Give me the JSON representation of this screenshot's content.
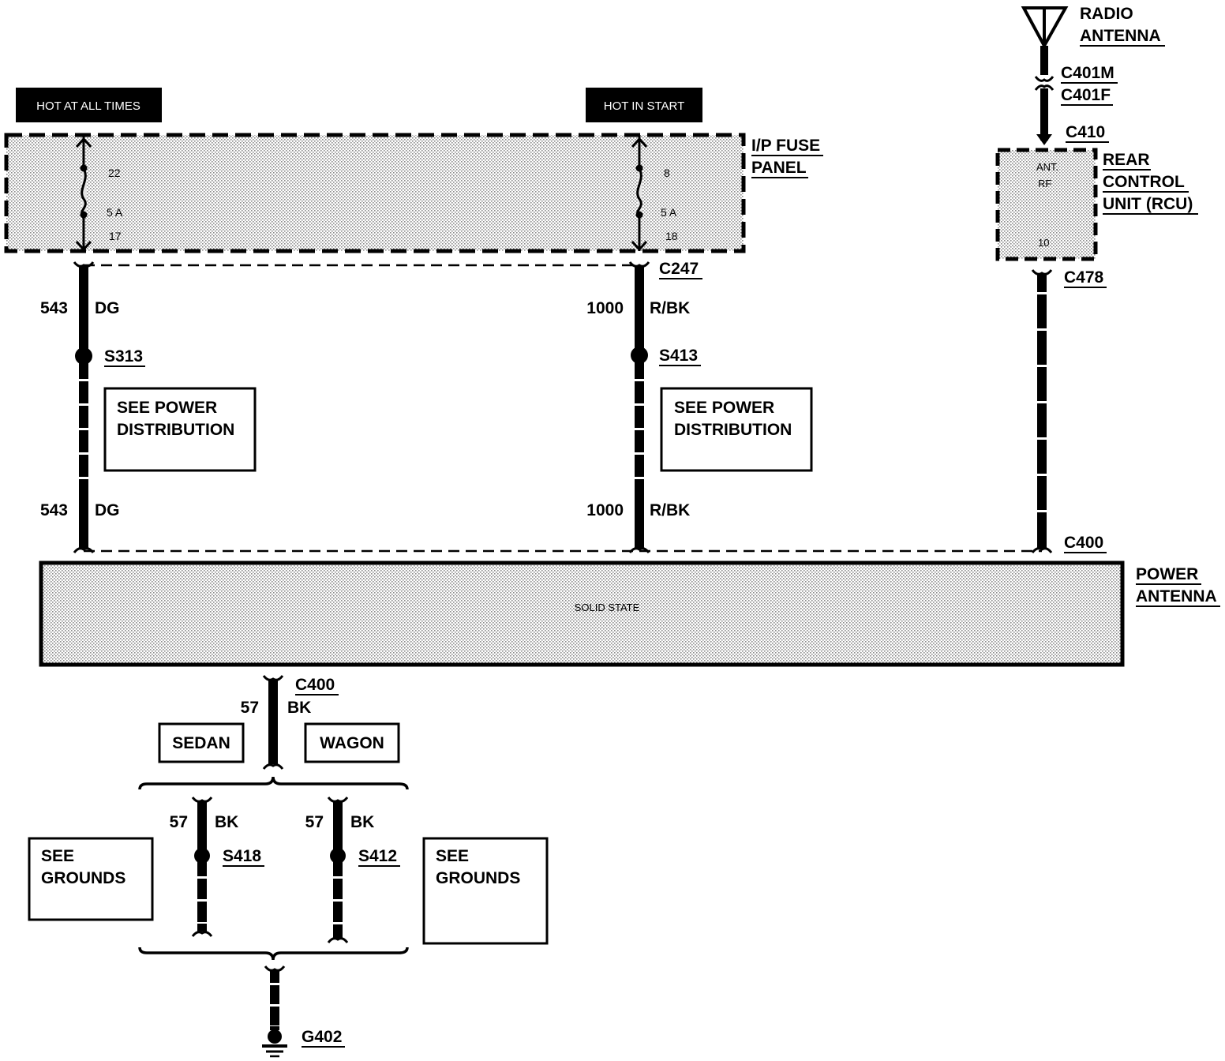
{
  "hot_labels": {
    "left": "HOT AT ALL TIMES",
    "right": "HOT IN START"
  },
  "fuse_panel": {
    "name_line1": "I/P FUSE",
    "name_line2": "PANEL",
    "left_fuse": {
      "top_pin": "22",
      "rating": "5 A",
      "bottom_pin": "17"
    },
    "right_fuse": {
      "top_pin": "8",
      "rating": "5 A",
      "bottom_pin": "18"
    }
  },
  "antenna": {
    "name_line1": "RADIO",
    "name_line2": "ANTENNA",
    "connector_m": "C401M",
    "connector_f": "C401F"
  },
  "rcu": {
    "connector_in": "C410",
    "name_line1": "REAR",
    "name_line2": "CONTROL",
    "name_line3": "UNIT (RCU)",
    "pin_ant": "ANT.",
    "pin_rf": "RF",
    "pin_10": "10",
    "connector_out": "C478"
  },
  "wires": {
    "left_circuit": "543",
    "left_color": "DG",
    "right_circuit": "1000",
    "right_color": "R/BK",
    "connector_top": "C247",
    "connector_bottom": "C400",
    "splice_left": "S313",
    "splice_right": "S413",
    "see_power_line1": "SEE POWER",
    "see_power_line2": "DISTRIBUTION"
  },
  "power_antenna": {
    "name_line1": "POWER",
    "name_line2": "ANTENNA",
    "inner_label": "SOLID STATE"
  },
  "ground_section": {
    "connector": "C400",
    "circuit": "57",
    "color": "BK",
    "sedan": "SEDAN",
    "wagon": "WAGON",
    "splice_left": "S418",
    "splice_right": "S412",
    "see_grounds_line1": "SEE",
    "see_grounds_line2": "GROUNDS",
    "ground": "G402"
  }
}
